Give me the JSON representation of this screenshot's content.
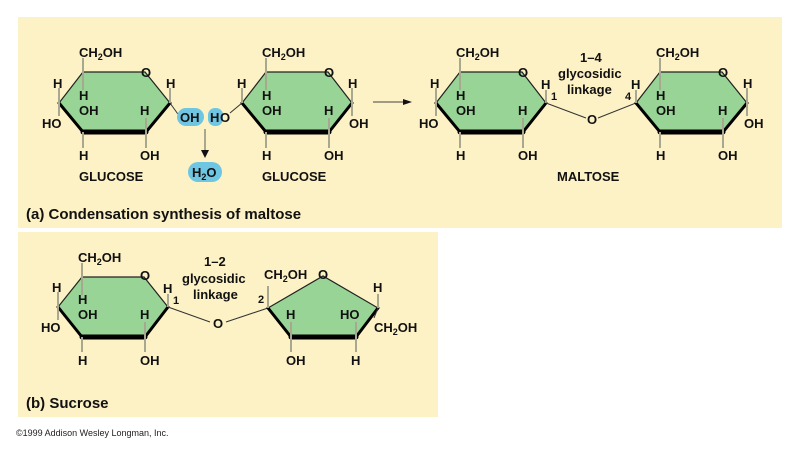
{
  "colors": {
    "panel_bg": "#fdf1c6",
    "ring_fill": "#98d495",
    "highlight_bubble": "#6fc6e2"
  },
  "panel_a": {
    "caption": "(a) Condensation synthesis of maltose",
    "glucose1": {
      "name": "GLUCOSE",
      "ring_o": "O",
      "ch2oh": "CH2OH",
      "labels": [
        "H",
        "H",
        "OH",
        "H",
        "HO",
        "H",
        "OH",
        "H"
      ]
    },
    "removed_groups": {
      "oh": "OH",
      "h": "H",
      "water": "H2O"
    },
    "glucose2": {
      "name": "GLUCOSE",
      "ring_o": "O",
      "ch2oh": "CH2OH",
      "link_o": "O",
      "labels": [
        "H",
        "H",
        "OH",
        "H",
        "H",
        "OH",
        "H",
        "OH"
      ]
    },
    "reaction_arrow": "right-arrow-icon",
    "maltose": {
      "name": "MALTOSE",
      "linkage_type": "1–4",
      "linkage_word1": "glycosidic",
      "linkage_word2": "linkage",
      "carbon_left": "1",
      "carbon_right": "4",
      "bridge_o": "O"
    }
  },
  "panel_b": {
    "caption": "(b) Sucrose",
    "linkage_type": "1–2",
    "linkage_word1": "glycosidic",
    "linkage_word2": "linkage",
    "carbon_left": "1",
    "carbon_right": "2",
    "bridge_o": "O",
    "fructose_ch2oh_top": "CH2OH",
    "fructose_ch2oh_right": "CH2OH"
  },
  "copyright": "©1999 Addison Wesley Longman, Inc."
}
